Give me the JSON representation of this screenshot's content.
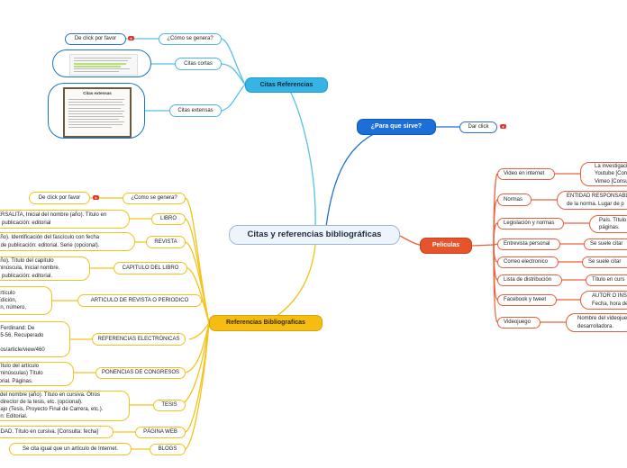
{
  "center": {
    "label": "Citas y referencias bibliográficas"
  },
  "citas_referencias": {
    "label": "Citas Referencias",
    "como_se_genera": "¿Cómo se genera?",
    "de_click": "De click por favor",
    "citas_cortas": "Citas cortas",
    "citas_extensas": "Citas extensas",
    "doc_title": "Citas extensas"
  },
  "para_que": {
    "label": "¿Para que sirve?",
    "dar_click": "Dar click"
  },
  "peliculas": {
    "label": "Peliculas",
    "items": [
      {
        "label": "Video en internet",
        "detail": [
          "La investigació",
          "Youtube [Con",
          "Vimeo [Consu"
        ]
      },
      {
        "label": "Normas",
        "detail": [
          "ENTIDAD RESPONSABLE",
          "de la norma. Lugar de p"
        ]
      },
      {
        "label": "Legislación y normas",
        "detail": [
          "País. Título",
          "páginas."
        ]
      },
      {
        "label": "Entrevista personal",
        "detail": [
          "Se suele citar"
        ]
      },
      {
        "label": "Correo electronico",
        "detail": [
          "Se suele citar"
        ]
      },
      {
        "label": "Lista de distribución",
        "detail": [
          "Título en curs"
        ]
      },
      {
        "label": "Facebook y tweet",
        "detail": [
          "AUTOR O INST",
          "Fecha, hora de"
        ]
      },
      {
        "label": "Videojuego",
        "detail": [
          "Nombre del videojue",
          "desarrolladora."
        ]
      }
    ]
  },
  "referencias": {
    "label": "Referencias Bibliograficas",
    "items": [
      {
        "label": "¿Como se genera?",
        "detail": [
          "De click por favor"
        ]
      },
      {
        "label": "LIBRO",
        "detail": [
          "ERSALITA, Inicial del nombre (año). Título en",
          "e publicación: editorial"
        ]
      },
      {
        "label": "REVISTA",
        "detail": [
          "año). Identificación del fascículo con fecha",
          "r de publicación: editorial. Serie (opcional)."
        ]
      },
      {
        "label": "CAPITULO DEL LIBRO",
        "detail": [
          "año). Título del capítulo",
          "minúscula, Inicial nombre.",
          "e publicación: editorial."
        ]
      },
      {
        "label": "ARTICULO DE REVISTA O PERIODICO",
        "detail": [
          "artículo",
          "Edición,",
          "en, número,"
        ]
      },
      {
        "label": "REFERENCIAS ELECTRÓNICAS",
        "detail": [
          "f Ferdinand: De",
          "25-56. Recuperado",
          "",
          "nos/article/view/460"
        ]
      },
      {
        "label": "PONENCIAS DE CONGRESOS",
        "detail": [
          "Título del artículo",
          "(minúsculas) Título",
          "torial. Páginas."
        ]
      },
      {
        "label": "TESIS",
        "detail": [
          "l del nombre (año). Título en cursiva. Otros",
          ": director de la tesis, etc. (opcional).",
          "bajo (Tesis, Proyecto Final de Carrera, etc.).",
          "ón: Editorial."
        ]
      },
      {
        "label": "PÁGINA WEB",
        "detail": [
          "IDAD. Título en cursiva. [Consulta: fecha]"
        ]
      },
      {
        "label": "BLOGS",
        "detail": [
          "Se cita igual que un artículo de Internet."
        ]
      }
    ]
  },
  "colors": {
    "yellow": "#f5bd12",
    "cyan": "#36b4e6",
    "blue": "#1c6fd6",
    "red": "#e6542b"
  }
}
